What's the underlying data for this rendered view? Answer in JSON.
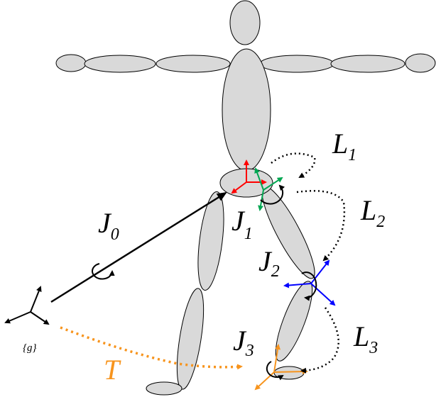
{
  "labels": {
    "L1": {
      "main": "L",
      "sub": "1"
    },
    "L2": {
      "main": "L",
      "sub": "2"
    },
    "L3": {
      "main": "L",
      "sub": "3"
    },
    "J0": {
      "main": "J",
      "sub": "0"
    },
    "J1": {
      "main": "J",
      "sub": "1"
    },
    "J2": {
      "main": "J",
      "sub": "2"
    },
    "J3": {
      "main": "J",
      "sub": "3"
    },
    "T": "T",
    "g": "{g}"
  },
  "colors": {
    "body_fill": "#d9d9d9",
    "outline": "#000000",
    "frame_red": "#ff0000",
    "frame_green": "#00a651",
    "frame_blue": "#0000ff",
    "frame_orange": "#f7941d",
    "transform_T": "#f7941d"
  }
}
